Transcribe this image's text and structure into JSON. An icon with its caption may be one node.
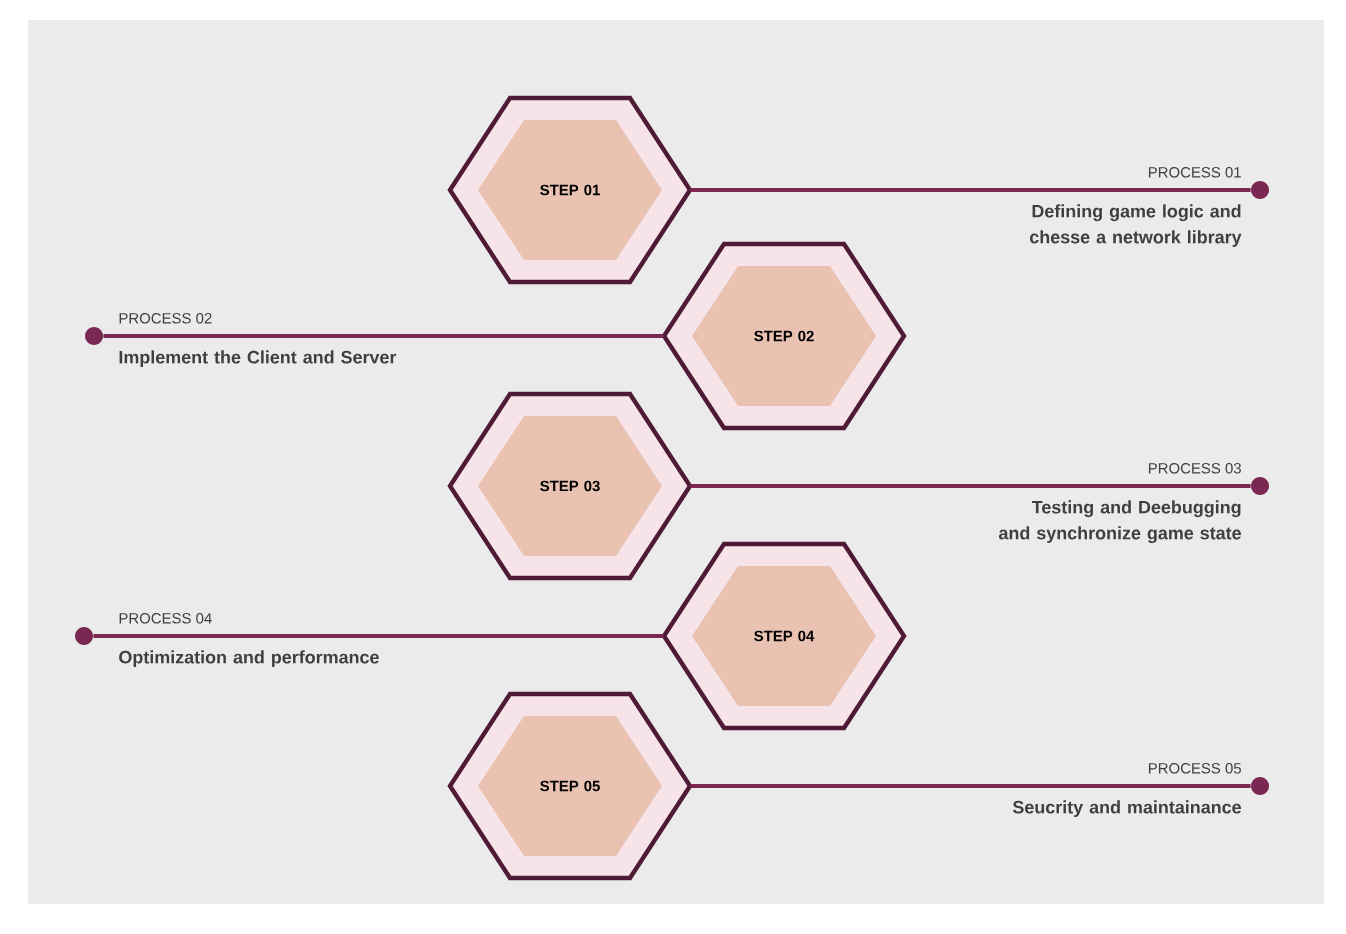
{
  "diagram": {
    "nodes": [
      {
        "text": [
          "STEP 01"
        ]
      },
      {
        "text": [
          "STEP 02"
        ]
      },
      {
        "text": [
          "STEP 03"
        ]
      },
      {
        "text": [
          "STEP 04"
        ]
      },
      {
        "text": [
          "STEP 05"
        ]
      },
      {
        "text": [],
        "shape": "circle"
      },
      {
        "text": [],
        "shape": "circle"
      },
      {
        "text": [],
        "shape": "circle"
      },
      {
        "text": [],
        "shape": "circle"
      },
      {
        "text": [],
        "shape": "circle"
      }
    ],
    "edges": [
      {
        "from": 0,
        "to": 5,
        "arrow": "none"
      },
      {
        "from": 1,
        "to": 6,
        "arrow": "none"
      },
      {
        "from": 2,
        "to": 7,
        "arrow": "none"
      },
      {
        "from": 3,
        "to": 8,
        "arrow": "none"
      },
      {
        "from": 4,
        "to": 9,
        "arrow": "none"
      }
    ],
    "labels": [
      "PROCESS 01",
      "Defining game logic and chesse a network library",
      "PROCESS 02",
      "Implement the Client and Server",
      "PROCESS 03",
      "Testing and Deebugging and synchronize game state",
      "PROCESS 04",
      "Optimization and performance",
      "PROCESS 05",
      "Seucrity and maintainance"
    ]
  }
}
